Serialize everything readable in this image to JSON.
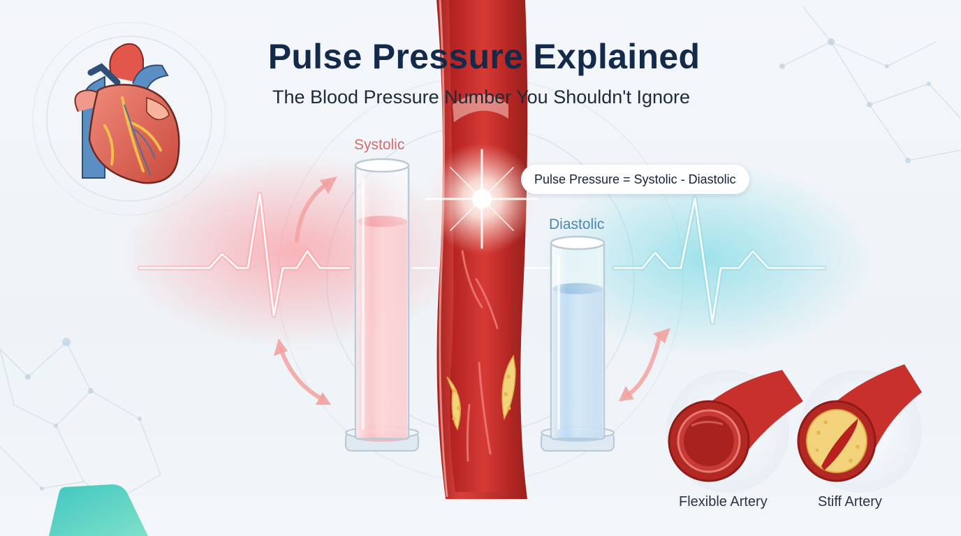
{
  "header": {
    "title": "Pulse Pressure Explained",
    "subtitle": "The Blood Pressure Number You Shouldn't Ignore"
  },
  "gauges": {
    "systolic_label": "Systolic",
    "diastolic_label": "Diastolic",
    "systolic_fill_level": 0.8,
    "diastolic_fill_level": 0.77
  },
  "formula": {
    "text": "Pulse Pressure = Systolic - Diastolic"
  },
  "comparison": {
    "flexible_label": "Flexible Artery",
    "stiff_label": "Stiff Artery"
  },
  "colors": {
    "title": "#142a4a",
    "systolic": "#e46f6f",
    "diastolic": "#7fb3da",
    "artery": "#c8302c",
    "plaque": "#f2d27c"
  },
  "icons": [
    "heart-icon",
    "artery-cross-section-icon",
    "ecg-waveform-icon",
    "hexagon-decoration-icon"
  ]
}
